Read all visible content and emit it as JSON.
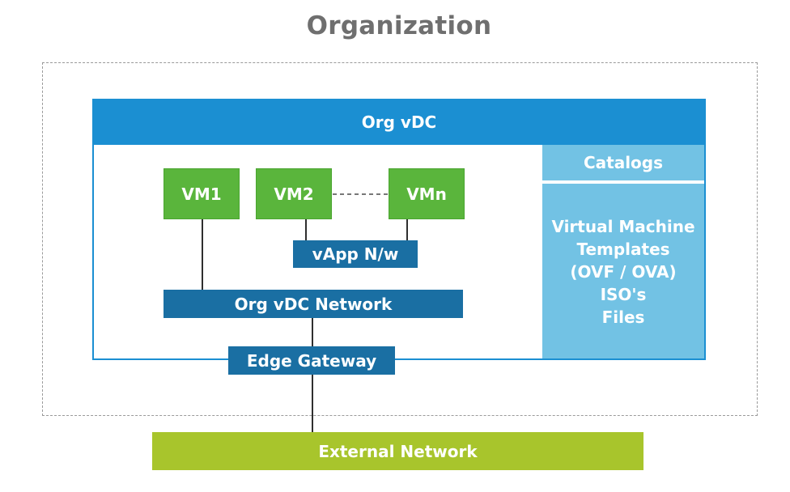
{
  "organization": {
    "title": "Organization"
  },
  "org_vdc": {
    "title": "Org vDC"
  },
  "vms": {
    "vm1": "VM1",
    "vm2": "VM2",
    "vmn": "VMn"
  },
  "networks": {
    "vapp": "vApp N/w",
    "org_vdc_network": "Org vDC Network",
    "edge_gateway": "Edge Gateway",
    "external": "External Network"
  },
  "catalogs": {
    "title": "Catalogs",
    "items": [
      "Virtual Machine",
      "Templates",
      "(OVF / OVA)",
      "ISO's",
      "Files"
    ]
  },
  "colors": {
    "vdc_blue": "#1b8fd2",
    "catalog_blue": "#72c2e4",
    "vm_green": "#5ab53c",
    "network_navy": "#1a6fa3",
    "external_green": "#a8c52c",
    "title_grey": "#6f6f6f"
  }
}
